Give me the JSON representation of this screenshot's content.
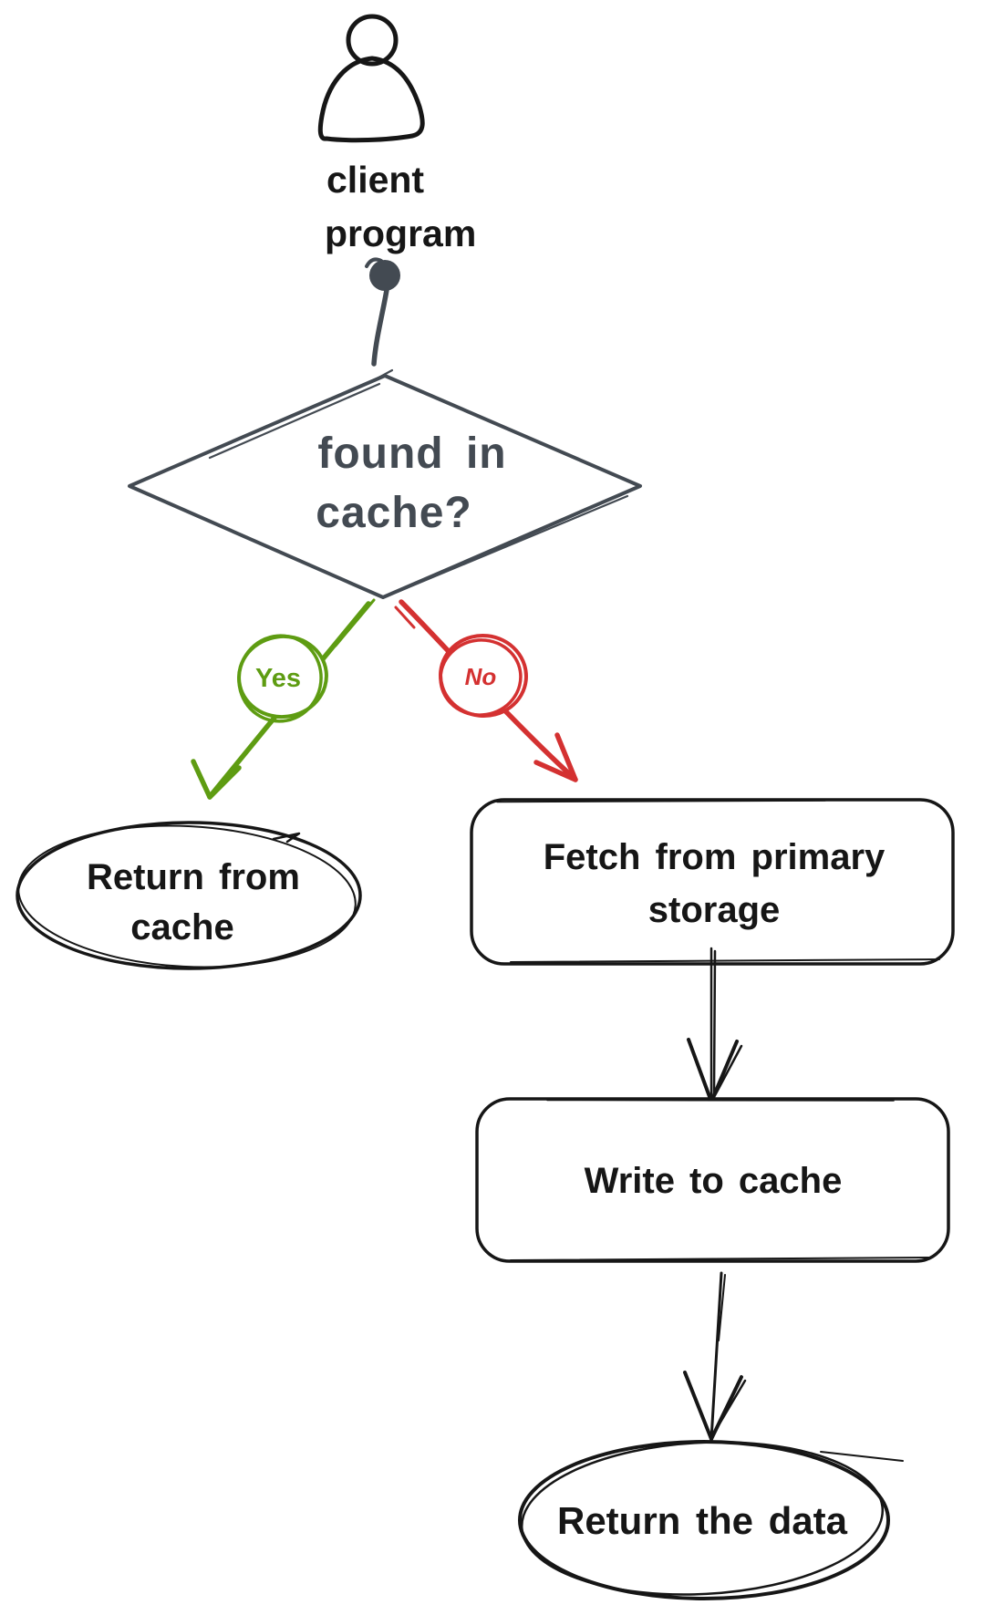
{
  "diagram": {
    "background": "#ffffff",
    "actor": {
      "icon": "person-icon",
      "label_line1": "client",
      "label_line2": "program"
    },
    "decision": {
      "label_line1": "found in",
      "label_line2": "cache?",
      "color": "#434a52"
    },
    "branches": {
      "yes": {
        "label": "Yes",
        "color": "#5e9c12"
      },
      "no": {
        "label": "No",
        "color": "#d43131"
      }
    },
    "nodes": {
      "return_from_cache": {
        "shape": "ellipse",
        "label_line1": "Return from",
        "label_line2": "cache"
      },
      "fetch_primary_storage": {
        "shape": "rounded-rect",
        "label_line1": "Fetch from primary",
        "label_line2": "storage"
      },
      "write_to_cache": {
        "shape": "rounded-rect",
        "label": "Write to cache"
      },
      "return_the_data": {
        "shape": "ellipse",
        "label": "Return the data"
      }
    },
    "ink_color": "#161616",
    "hatch_color": "#ccd3da"
  }
}
